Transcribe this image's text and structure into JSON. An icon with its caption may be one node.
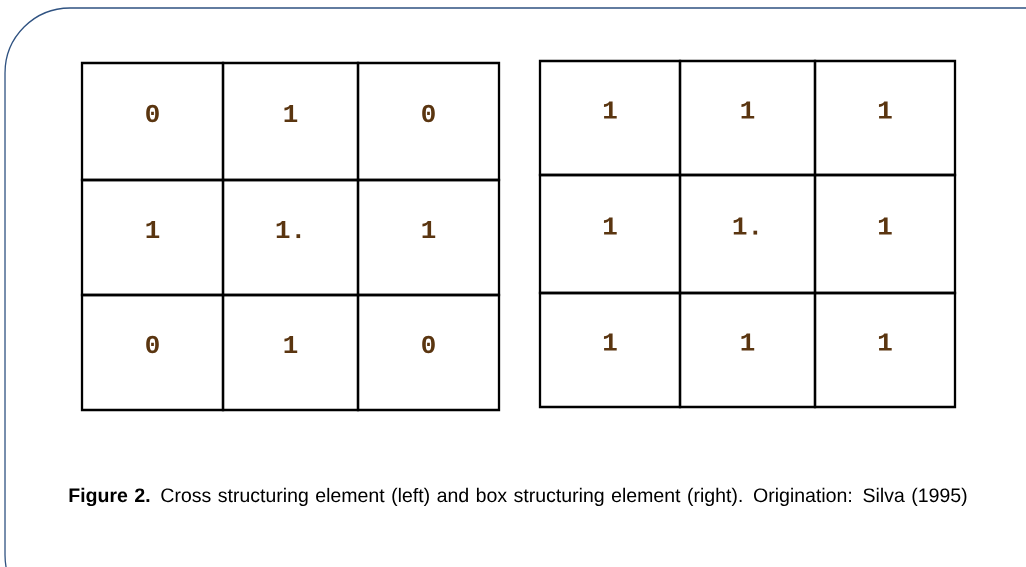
{
  "diagram": {
    "caption": "**Figure 2.** Cross structuring element (left) and box structuring element (right). Origination: Silva (1995)",
    "labels": [
      "0",
      "1",
      "0",
      "1",
      "1.",
      "1",
      "0",
      "1",
      "0",
      "1",
      "1",
      "1",
      "1",
      "1.",
      "1",
      "1",
      "1",
      "1"
    ]
  }
}
